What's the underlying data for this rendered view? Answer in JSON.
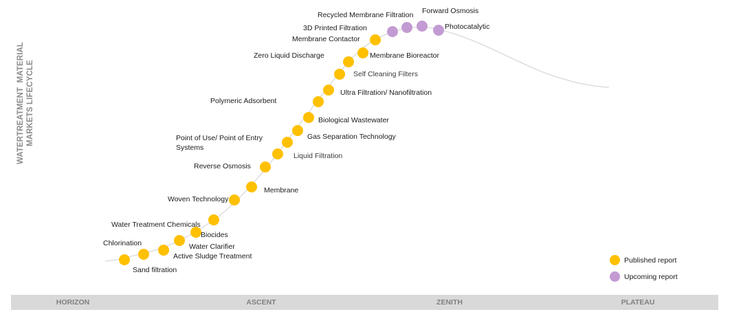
{
  "title_lines": [
    "WATERTREATMENT  MATERIAL",
    "MARKETS LIFECYCLE"
  ],
  "colors": {
    "published": "#FFC000",
    "upcoming": "#C39BD3",
    "curve": "#d9d9d9",
    "phase_bar": "#d9d9d9",
    "phase_text": "#7f7f7f"
  },
  "phases": [
    "HORIZON",
    "ASCENT",
    "ZENITH",
    "PLATEAU"
  ],
  "legend": [
    {
      "label": "Published report",
      "status": "published"
    },
    {
      "label": "Upcoming report",
      "status": "upcoming"
    }
  ],
  "items": [
    {
      "label": "Sand filtration",
      "status": "published"
    },
    {
      "label": "Chlorination",
      "status": "published"
    },
    {
      "label": "Active Sludge Treatment",
      "status": "published"
    },
    {
      "label": "Water Clarifier",
      "status": "published"
    },
    {
      "label": "Biocides",
      "status": "published"
    },
    {
      "label": "Water Treatment Chemicals",
      "status": "published"
    },
    {
      "label": "Woven Technology",
      "status": "published"
    },
    {
      "label": "Membrane",
      "status": "published"
    },
    {
      "label": "Reverse Osmosis",
      "status": "published"
    },
    {
      "label": "Liquid Filtration",
      "status": "published"
    },
    {
      "label": "Point of Use/ Point of Entry\nSystems",
      "status": "published"
    },
    {
      "label": "Gas Separation Technology",
      "status": "published"
    },
    {
      "label": "Biological Wastewater",
      "status": "published"
    },
    {
      "label": "Polymeric Adsorbent",
      "status": "published"
    },
    {
      "label": "Ultra Filtration/ Nanofiltration",
      "status": "published"
    },
    {
      "label": "Self Cleaning Filters",
      "status": "published"
    },
    {
      "label": "Zero Liquid Discharge",
      "status": "published"
    },
    {
      "label": "Membrane Bioreactor",
      "status": "published"
    },
    {
      "label": "Membrane Contactor",
      "status": "published"
    },
    {
      "label": "3D Printed  Filtration",
      "status": "upcoming"
    },
    {
      "label": "Recycled Membrane Filtration",
      "status": "upcoming"
    },
    {
      "label": "Forward Osmosis",
      "status": "upcoming"
    },
    {
      "label": "Photocatalytic",
      "status": "upcoming"
    }
  ]
}
